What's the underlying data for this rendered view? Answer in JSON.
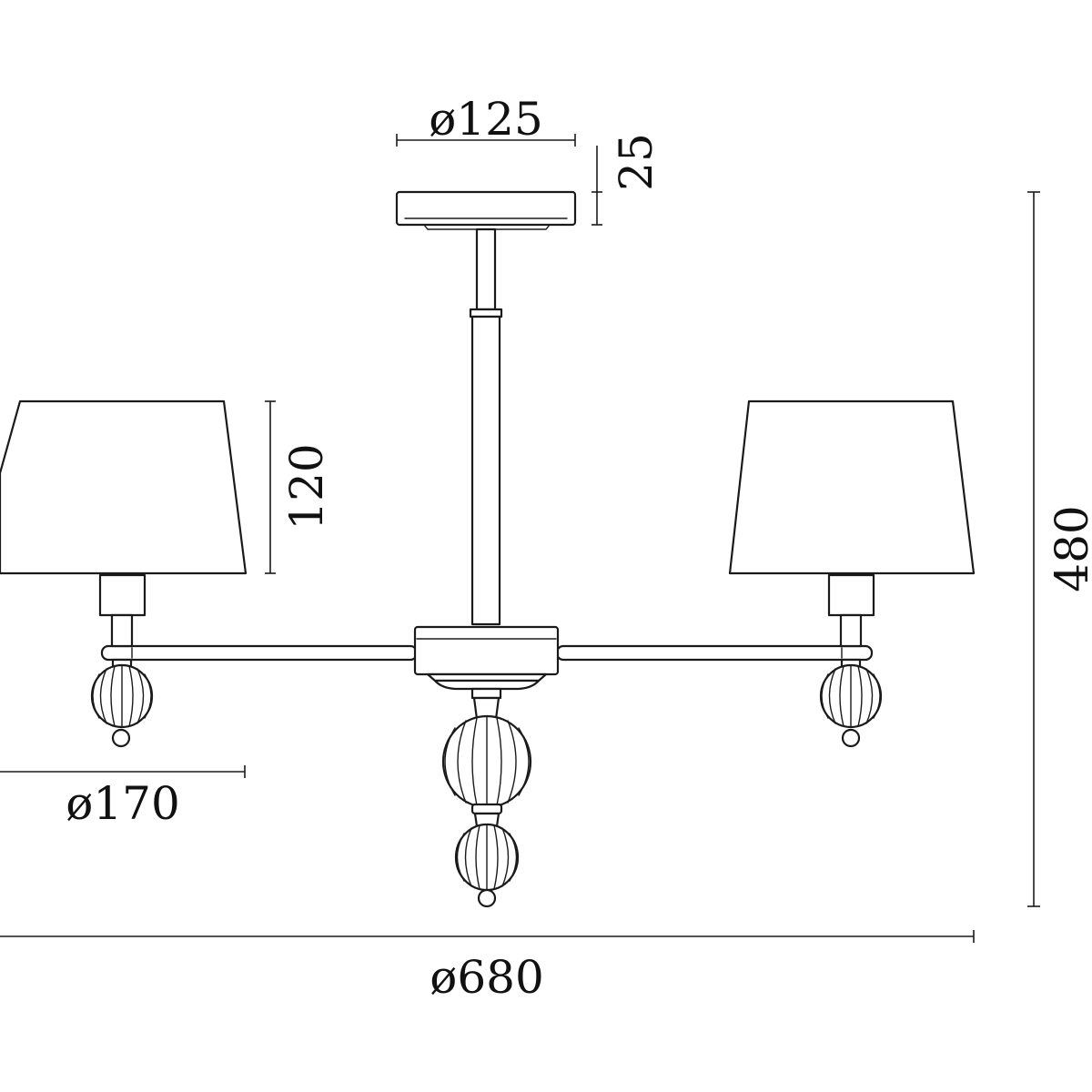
{
  "drawing": {
    "dimensions": {
      "canopy_diameter": "ø125",
      "canopy_height": "25",
      "shade_height": "120",
      "shade_diameter": "ø170",
      "overall_height": "480",
      "overall_diameter": "ø680"
    }
  }
}
